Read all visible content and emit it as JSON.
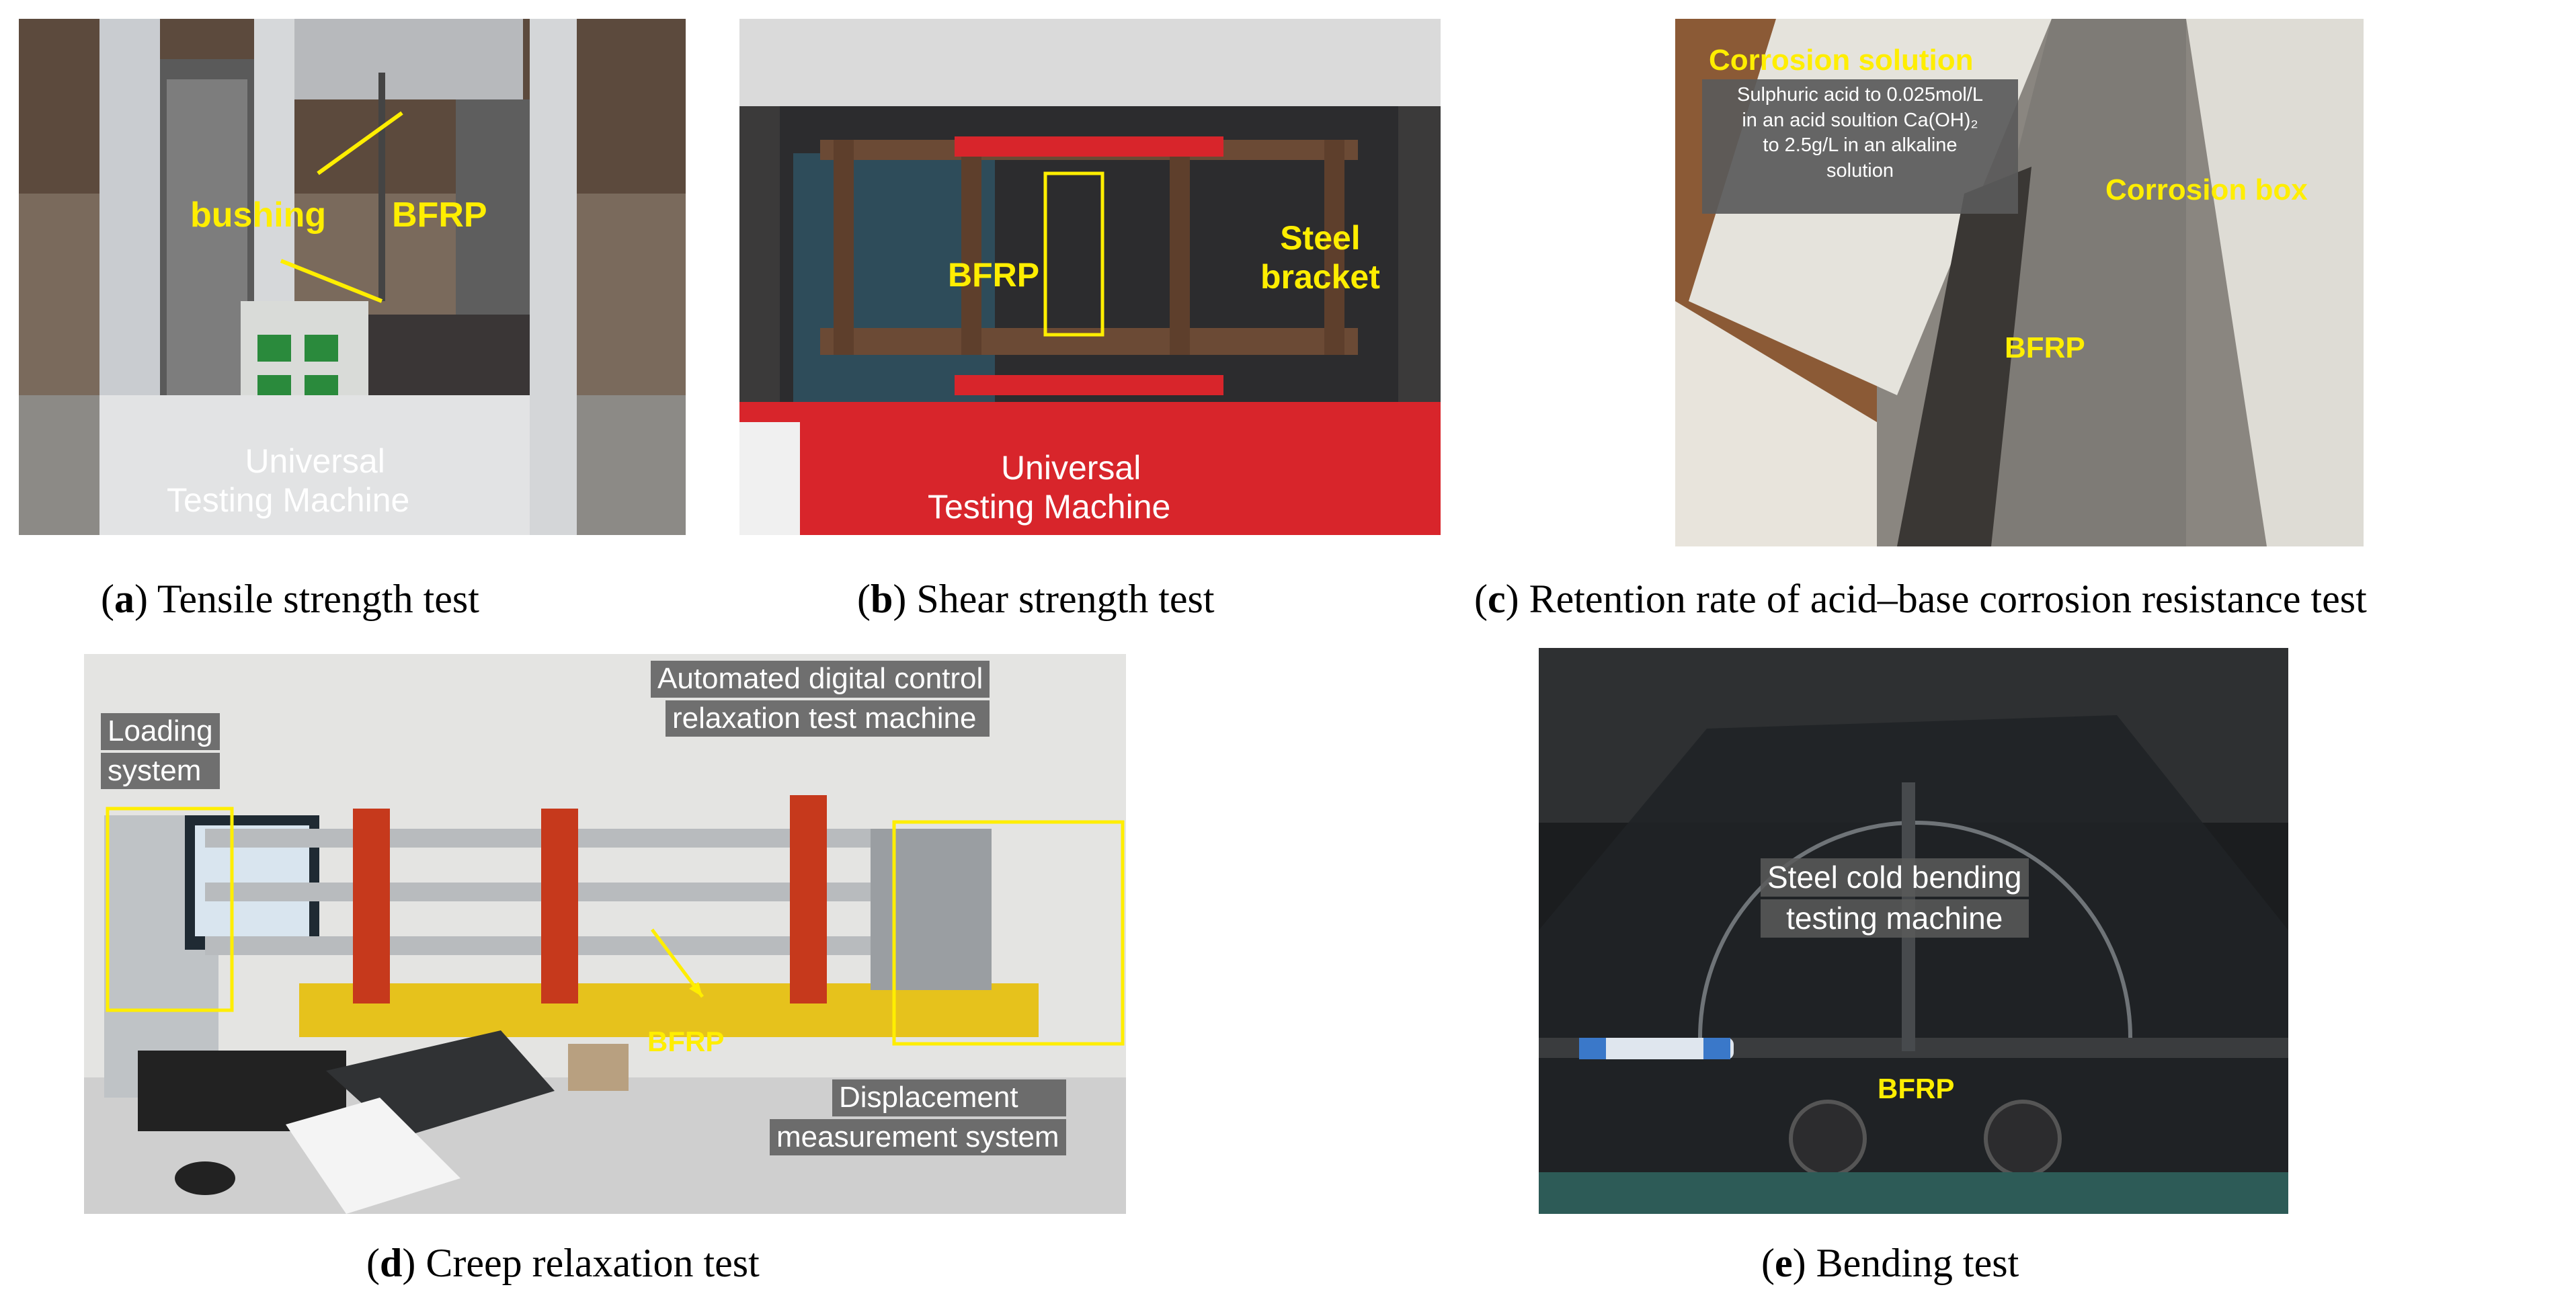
{
  "panels": {
    "a": {
      "caption_letter": "a",
      "caption_text": "Tensile strength test",
      "labels": {
        "bushing": "bushing",
        "bfrp": "BFRP",
        "machine_line1": "Universal",
        "machine_line2": "Testing Machine"
      }
    },
    "b": {
      "caption_letter": "b",
      "caption_text": "Shear strength test",
      "labels": {
        "bfrp": "BFRP",
        "bracket_line1": "Steel",
        "bracket_line2": "bracket",
        "machine_line1": "Universal",
        "machine_line2": "Testing Machine"
      }
    },
    "c": {
      "caption_letter": "c",
      "caption_text": "Retention rate of acid–base corrosion resistance test",
      "labels": {
        "solution_title": "Corrosion solution",
        "solution_line1": "Sulphuric acid to 0.025mol/L",
        "solution_line2": "in an acid soultion Ca(OH)₂",
        "solution_line3": "to 2.5g/L in an alkaline",
        "solution_line4": "solution",
        "box": "Corrosion box",
        "bfrp": "BFRP"
      }
    },
    "d": {
      "caption_letter": "d",
      "caption_text": "Creep relaxation test",
      "labels": {
        "machine_line1": "Automated digital control",
        "machine_line2": "relaxation test machine",
        "loading_line1": "Loading",
        "loading_line2": "system",
        "bfrp": "BFRP",
        "displacement_line1": "Displacement",
        "displacement_line2": "measurement system"
      }
    },
    "e": {
      "caption_letter": "e",
      "caption_text": "Bending test",
      "labels": {
        "machine_line1": "Steel cold bending",
        "machine_line2": "testing machine",
        "bfrp": "BFRP"
      }
    }
  },
  "colors": {
    "annotation_yellow": "#ffee00",
    "machine_red": "#d8252b",
    "label_box_gray": "#5a5a5a"
  }
}
